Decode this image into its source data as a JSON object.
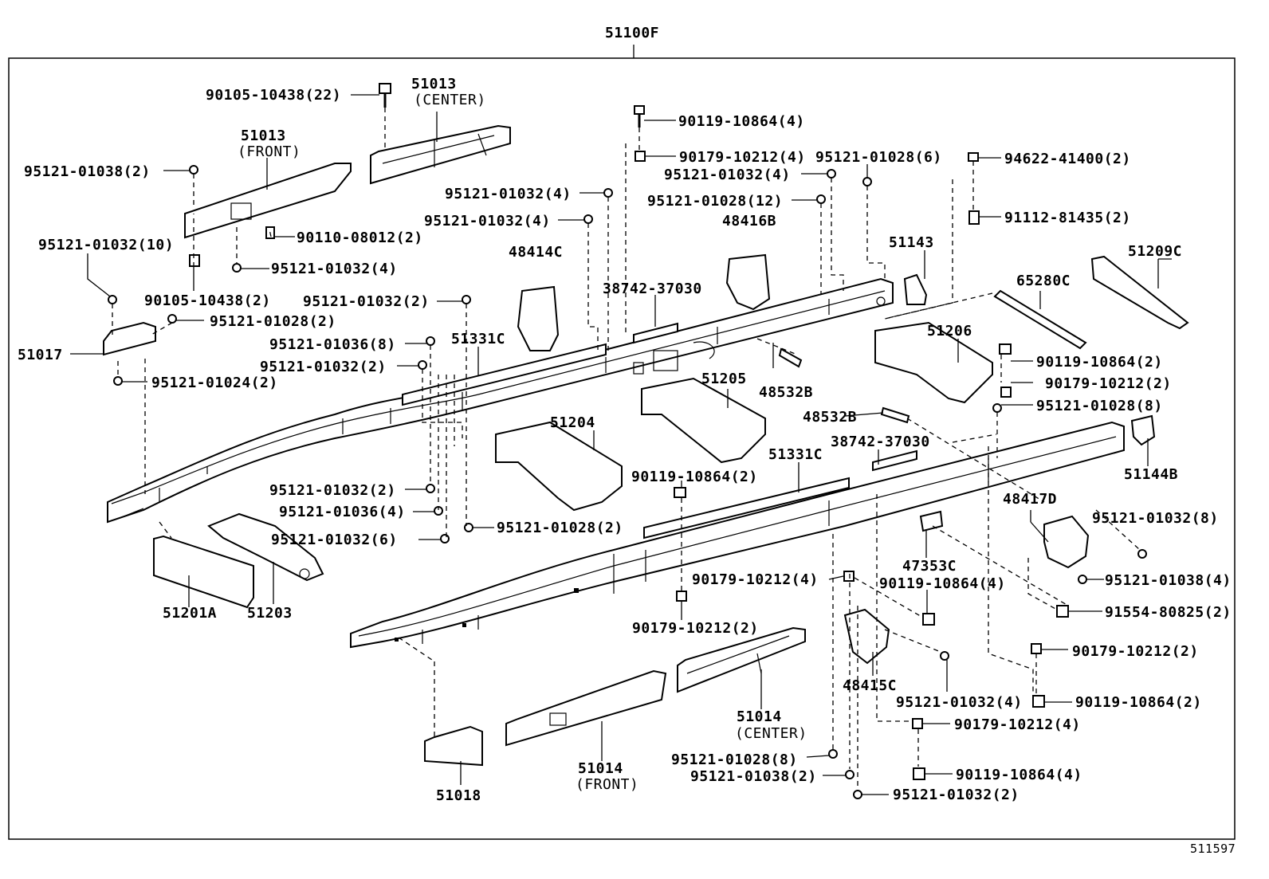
{
  "assembly": "51100F",
  "figure_ref": "511597",
  "labels": {
    "p51013_center": "51013",
    "p51013_center_note": "(CENTER)",
    "p51013_front": "51013",
    "p51013_front_note": "(FRONT)",
    "b90105_10438_22": "90105-10438(22)",
    "b90119_10864_4_top": "90119-10864(4)",
    "b90179_10212_4_top": "90179-10212(4)",
    "b95121_01028_6": "95121-01028(6)",
    "b94622_41400_2": "94622-41400(2)",
    "b95121_01038_2_top": "95121-01038(2)",
    "b95121_01032_4_a": "95121-01032(4)",
    "b95121_01028_12": "95121-01028(12)",
    "b91112_81435_2": "91112-81435(2)",
    "b95121_01032_4_b": "95121-01032(4)",
    "b95121_01032_4_c": "95121-01032(4)",
    "b95121_01032_10": "95121-01032(10)",
    "b90110_08012_2": "90110-08012(2)",
    "b95121_01032_4_d": "95121-01032(4)",
    "p48416B": "48416B",
    "p51143": "51143",
    "p51209C": "51209C",
    "p48414C": "48414C",
    "p65280C": "65280C",
    "b90105_10438_2": "90105-10438(2)",
    "b95121_01032_2_a": "95121-01032(2)",
    "p38742_37030_a": "38742-37030",
    "b95121_01028_2_a": "95121-01028(2)",
    "p51017": "51017",
    "b95121_01036_8": "95121-01036(8)",
    "p51331C_a": "51331C",
    "p51206": "51206",
    "b95121_01032_2_b": "95121-01032(2)",
    "b90119_10864_2_a": "90119-10864(2)",
    "b95121_01024_2": "95121-01024(2)",
    "p51205": "51205",
    "b90179_10212_2_a": "90179-10212(2)",
    "p48532B_a": "48532B",
    "b95121_01028_8_a": "95121-01028(8)",
    "p51204": "51204",
    "p48532B_b": "48532B",
    "p38742_37030_b": "38742-37030",
    "p51331C_b": "51331C",
    "p51144B": "51144B",
    "b90119_10864_2_b": "90119-10864(2)",
    "b95121_01032_2_c": "95121-01032(2)",
    "p48417D": "48417D",
    "b95121_01032_8": "95121-01032(8)",
    "b95121_01036_4": "95121-01036(4)",
    "b95121_01028_2_b": "95121-01028(2)",
    "b95121_01032_6": "95121-01032(6)",
    "p47353C": "47353C",
    "b90179_10212_4_mid": "90179-10212(4)",
    "b90119_10864_4_mid": "90119-10864(4)",
    "b95121_01038_4": "95121-01038(4)",
    "p51201A": "51201A",
    "p51203": "51203",
    "b91554_80825_2": "91554-80825(2)",
    "b90179_10212_2_b": "90179-10212(2)",
    "b90179_10212_2_c": "90179-10212(2)",
    "p51014_center": "51014",
    "p51014_center_note": "(CENTER)",
    "p48415C": "48415C",
    "b95121_01032_4_e": "95121-01032(4)",
    "b90119_10864_2_c": "90119-10864(2)",
    "b90179_10212_4_low": "90179-10212(4)",
    "p51014_front": "51014",
    "p51014_front_note": "(FRONT)",
    "b95121_01028_8_b": "95121-01028(8)",
    "b90119_10864_4_low": "90119-10864(4)",
    "b95121_01038_2_low": "95121-01038(2)",
    "p51018": "51018",
    "b95121_01032_2_d": "95121-01032(2)"
  }
}
